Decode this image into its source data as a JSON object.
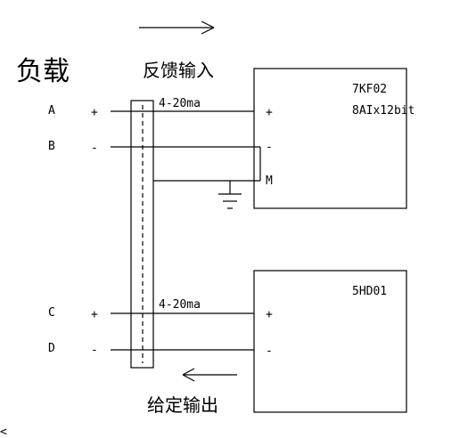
{
  "load_label": "负载",
  "feedback_label": "反馈输入",
  "setpoint_label": "给定输出",
  "signal_range_top": "4-20ma",
  "signal_range_bottom": "4-20ma",
  "terminals": [
    "A",
    "B",
    "C",
    "D"
  ],
  "plus": "+",
  "minus": "-",
  "module_top": {
    "name": "7KF02",
    "spec": "8AIx12bit",
    "ground_terminal": "M"
  },
  "module_bottom": {
    "name": "5HD01"
  },
  "corner_mark": "<"
}
